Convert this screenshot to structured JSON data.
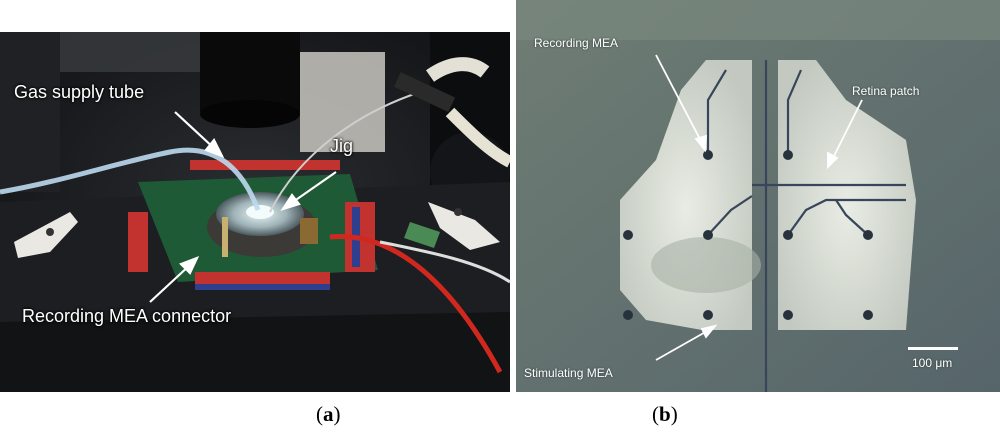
{
  "panel_a": {
    "labels": {
      "gas_supply_tube": "Gas supply tube",
      "jig": "Jig",
      "recording_mea_connector": "Recording MEA connector"
    },
    "caption": {
      "open": "(",
      "letter": "a",
      "close": ")"
    }
  },
  "panel_b": {
    "labels": {
      "recording_mea": "Recording MEA",
      "retina_patch": "Retina patch",
      "stimulating_mea": "Stimulating MEA",
      "scale_bar": "100 μm"
    },
    "caption": {
      "open": "(",
      "letter": "b",
      "close": ")"
    }
  }
}
